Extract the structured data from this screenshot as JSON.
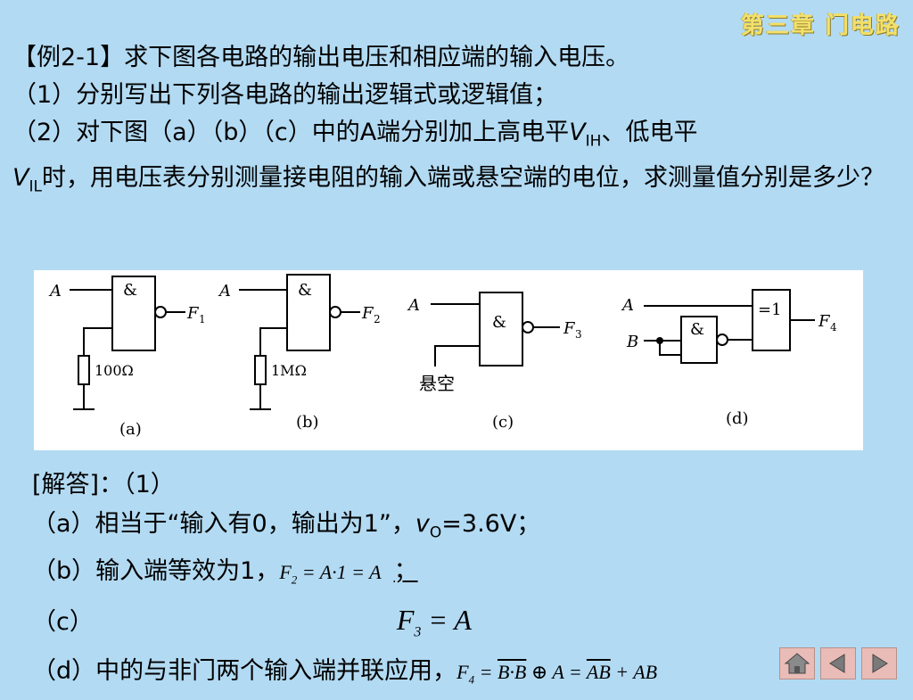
{
  "header": {
    "chapter": "第三章 门电路"
  },
  "question": {
    "title": "【例2-1】求下图各电路的输出电压和相应端的输入电压。",
    "part1": "（1）分别写出下列各电路的输出逻辑式或逻辑值；",
    "part2_a": "（2）对下图（a）（b）（c）中的A端分别加上高电平",
    "v": "V",
    "ih": "IH",
    "part2_b": "、低电平",
    "il": "IL",
    "part2_c": "时，用电压表分别测量接电阻的输入端或悬空端的电位，求测量值分别是多少？"
  },
  "figure": {
    "a": {
      "input": "A",
      "gate": "&",
      "output": "F",
      "output_sub": "1",
      "resistor": "100Ω",
      "caption": "(a)"
    },
    "b": {
      "input": "A",
      "gate": "&",
      "output": "F",
      "output_sub": "2",
      "resistor": "1MΩ",
      "caption": "(b)"
    },
    "c": {
      "input": "A",
      "gate": "&",
      "output": "F",
      "output_sub": "3",
      "floating": "悬空",
      "caption": "(c)"
    },
    "d": {
      "input_a": "A",
      "input_b": "B",
      "gate_nand": "&",
      "gate_xor": "=1",
      "output": "F",
      "output_sub": "4",
      "caption": "(d)"
    }
  },
  "answer": {
    "heading": "[解答]：（1）",
    "a_text": "（a）相当于“输入有0，输出为1”，",
    "a_v": "v",
    "a_sub": "O",
    "a_val": "=3.6V；",
    "b_text": "（b）输入端等效为1，",
    "b_formula": "F",
    "b_sub": "2",
    "b_rest": " = A·1 = A",
    "b_end": "；",
    "c_text": "（c）",
    "c_formula": "F",
    "c_sub": "3",
    "c_rest": " = A",
    "d_text": "（d）中的与非门两个输入端并联应用，",
    "d_f": "F",
    "d_sub": "4",
    "d_eq": " = ",
    "d_bb": "B·B",
    "d_xor": " ⊕ A = ",
    "d_nab": "AB",
    "d_plus": " + AB"
  },
  "nav": [
    "home-icon",
    "previous-icon",
    "next-icon"
  ],
  "colors": {
    "background": "#b2daf2",
    "chapter": "#f3e06a",
    "nav_button": "#e9bcb8"
  }
}
